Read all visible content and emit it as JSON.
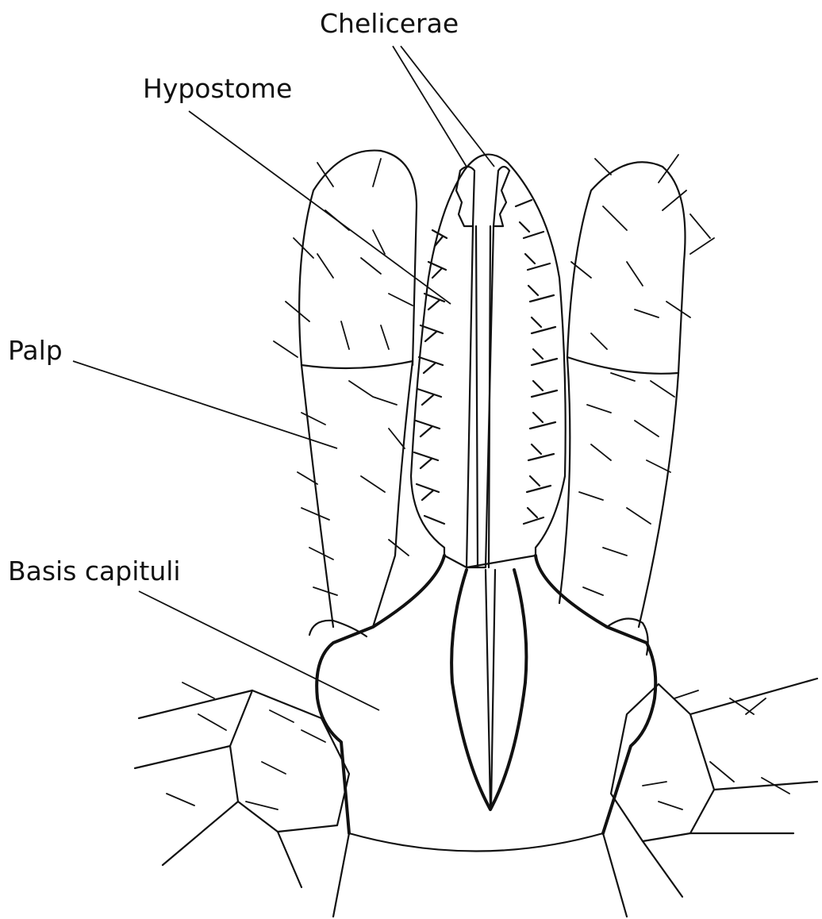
{
  "labels": {
    "chelicerae": "Chelicerae",
    "hypostome": "Hypostome",
    "palp": "Palp",
    "basis_capituli": "Basis capituli"
  },
  "colors": {
    "ink": "#111111",
    "background": "#ffffff"
  }
}
